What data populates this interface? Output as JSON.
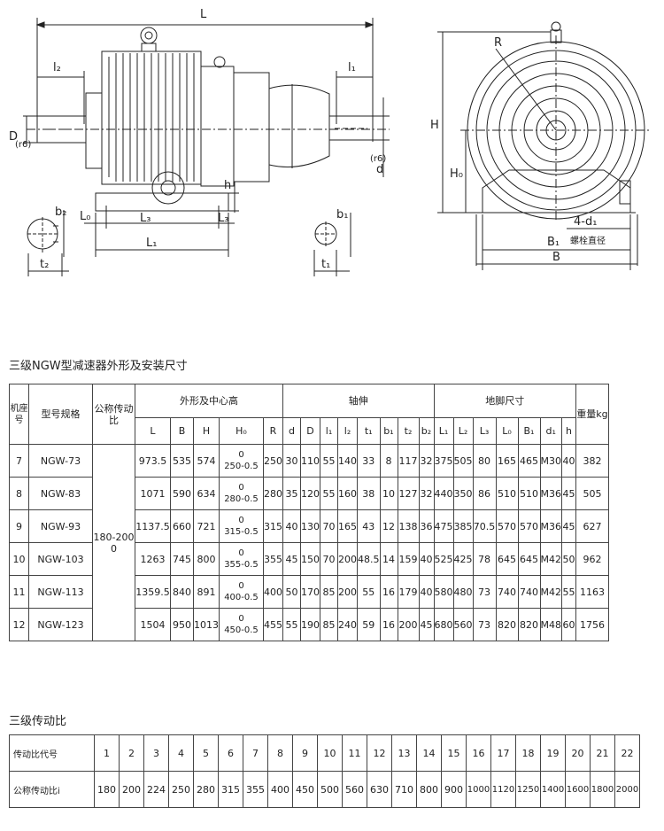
{
  "drawing_labels": {
    "L": "L",
    "l2": "l₂",
    "l1": "l₁",
    "D": "D",
    "D_sub": "(r6)",
    "d": "d",
    "d_sub": "(r6)",
    "h": "h",
    "b2": "b₂",
    "b1": "b₁",
    "L0": "L₀",
    "L3a": "L₃",
    "L3b": "L₃",
    "L1": "L₁",
    "t2": "t₂",
    "t1": "t₁",
    "R": "R",
    "H": "H",
    "H0": "H₀",
    "d1": "4-d₁",
    "B1": "B₁",
    "bolt": "螺栓直径",
    "B": "B"
  },
  "spec_table": {
    "title": "三级NGW型减速器外形及安装尺寸",
    "headers": {
      "seat": "机座号",
      "model": "型号规格",
      "ratio": "公称传动比",
      "outline": "外形及中心高",
      "shaft": "轴伸",
      "foot": "地脚尺寸",
      "weight": "重量kg"
    },
    "sub_headers": [
      "L",
      "B",
      "H",
      "H₀",
      "R",
      "d",
      "D",
      "l₁",
      "l₂",
      "t₁",
      "b₁",
      "t₂",
      "b₂",
      "L₁",
      "L₂",
      "L₃",
      "L₀",
      "B₁",
      "d₁",
      "h"
    ],
    "ratio_value": "180-2000",
    "rows": [
      {
        "seat": "7",
        "model": "NGW-73",
        "L": "973.5",
        "B": "535",
        "H": "574",
        "H0a": "0",
        "H0b": "250-0.5",
        "R": "250",
        "d": "30",
        "D": "110",
        "l1": "55",
        "l2": "140",
        "t1": "33",
        "b1": "8",
        "t2": "117",
        "b2": "32",
        "L1": "375",
        "L2": "505",
        "L3": "80",
        "L0": "165",
        "B1": "465",
        "d1": "M30",
        "h": "40",
        "w": "382"
      },
      {
        "seat": "8",
        "model": "NGW-83",
        "L": "1071",
        "B": "590",
        "H": "634",
        "H0a": "0",
        "H0b": "280-0.5",
        "R": "280",
        "d": "35",
        "D": "120",
        "l1": "55",
        "l2": "160",
        "t1": "38",
        "b1": "10",
        "t2": "127",
        "b2": "32",
        "L1": "440",
        "L2": "350",
        "L3": "86",
        "L0": "510",
        "B1": "510",
        "d1": "M36",
        "h": "45",
        "w": "505"
      },
      {
        "seat": "9",
        "model": "NGW-93",
        "L": "1137.5",
        "B": "660",
        "H": "721",
        "H0a": "0",
        "H0b": "315-0.5",
        "R": "315",
        "d": "40",
        "D": "130",
        "l1": "70",
        "l2": "165",
        "t1": "43",
        "b1": "12",
        "t2": "138",
        "b2": "36",
        "L1": "475",
        "L2": "385",
        "L3": "70.5",
        "L0": "570",
        "B1": "570",
        "d1": "M36",
        "h": "45",
        "w": "627"
      },
      {
        "seat": "10",
        "model": "NGW-103",
        "L": "1263",
        "B": "745",
        "H": "800",
        "H0a": "0",
        "H0b": "355-0.5",
        "R": "355",
        "d": "45",
        "D": "150",
        "l1": "70",
        "l2": "200",
        "t1": "48.5",
        "b1": "14",
        "t2": "159",
        "b2": "40",
        "L1": "525",
        "L2": "425",
        "L3": "78",
        "L0": "645",
        "B1": "645",
        "d1": "M42",
        "h": "50",
        "w": "962"
      },
      {
        "seat": "11",
        "model": "NGW-113",
        "L": "1359.5",
        "B": "840",
        "H": "891",
        "H0a": "0",
        "H0b": "400-0.5",
        "R": "400",
        "d": "50",
        "D": "170",
        "l1": "85",
        "l2": "200",
        "t1": "55",
        "b1": "16",
        "t2": "179",
        "b2": "40",
        "L1": "580",
        "L2": "480",
        "L3": "73",
        "L0": "740",
        "B1": "740",
        "d1": "M42",
        "h": "55",
        "w": "1163"
      },
      {
        "seat": "12",
        "model": "NGW-123",
        "L": "1504",
        "B": "950",
        "H": "1013",
        "H0a": "0",
        "H0b": "450-0.5",
        "R": "455",
        "d": "55",
        "D": "190",
        "l1": "85",
        "l2": "240",
        "t1": "59",
        "b1": "16",
        "t2": "200",
        "b2": "45",
        "L1": "680",
        "L2": "560",
        "L3": "73",
        "L0": "820",
        "B1": "820",
        "d1": "M48",
        "h": "60",
        "w": "1756"
      }
    ]
  },
  "ratio_table": {
    "title": "三级传动比",
    "code_label": "传动比代号",
    "ratio_label": "公称传动比i",
    "codes": [
      "1",
      "2",
      "3",
      "4",
      "5",
      "6",
      "7",
      "8",
      "9",
      "10",
      "11",
      "12",
      "13",
      "14",
      "15",
      "16",
      "17",
      "18",
      "19",
      "20",
      "21",
      "22"
    ],
    "ratios": [
      "180",
      "200",
      "224",
      "250",
      "280",
      "315",
      "355",
      "400",
      "450",
      "500",
      "560",
      "630",
      "710",
      "800",
      "900",
      "1000",
      "1120",
      "1250",
      "1400",
      "1600",
      "1800",
      "2000"
    ]
  }
}
